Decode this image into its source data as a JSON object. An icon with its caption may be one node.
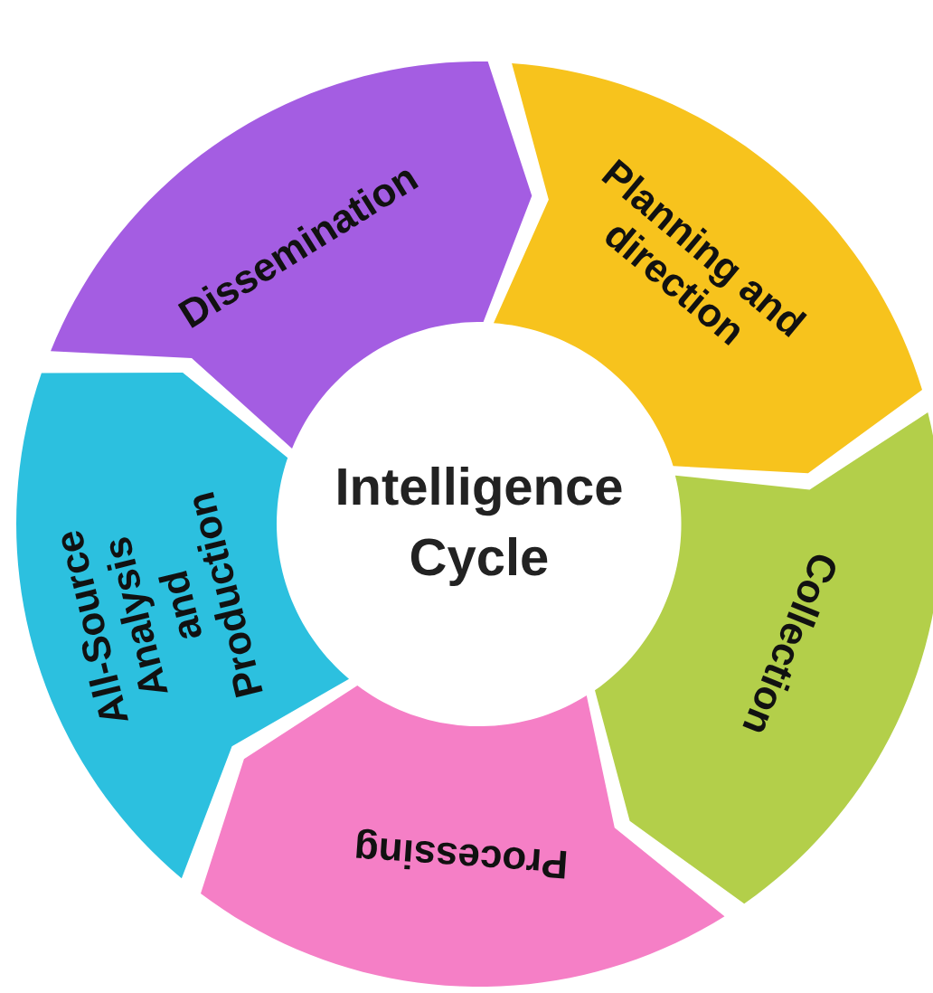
{
  "diagram": {
    "nodes": [
      {
        "text": [
          "Dissemination"
        ]
      },
      {
        "text": [
          "Planning and direction"
        ]
      },
      {
        "text": [
          "Intelligence Cycle"
        ]
      },
      {
        "text": [
          "All-Source Analysis and Production"
        ]
      },
      {
        "text": [
          "Collection"
        ]
      },
      {
        "text": [
          "Processing"
        ]
      }
    ]
  }
}
